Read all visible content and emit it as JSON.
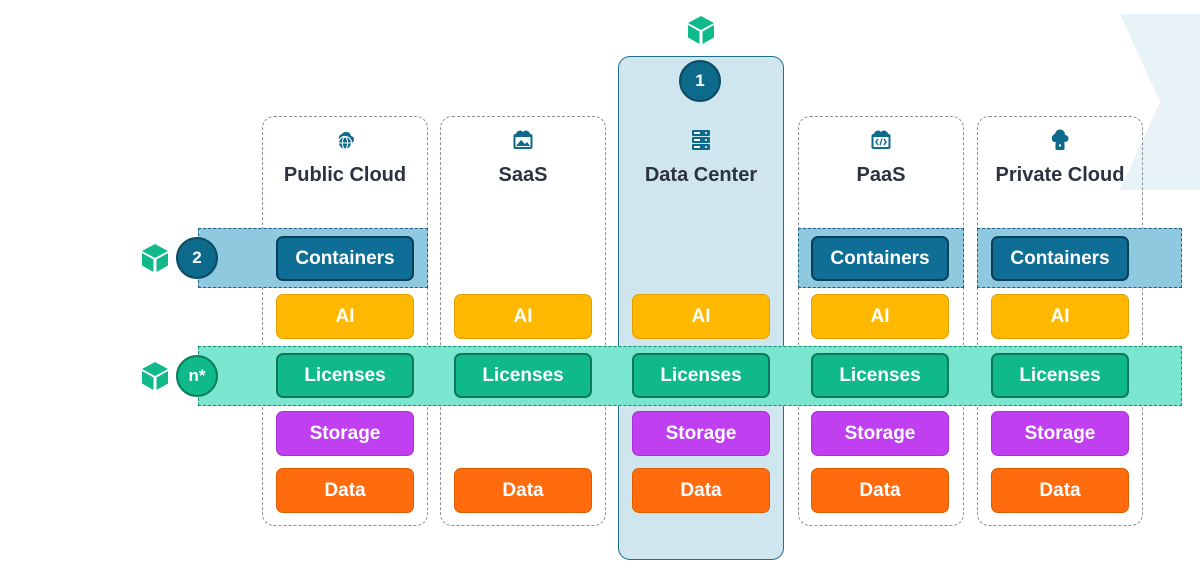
{
  "columns": [
    {
      "key": "public_cloud",
      "title": "Public Cloud",
      "icon": "globe-cloud-icon"
    },
    {
      "key": "saas",
      "title": "SaaS",
      "icon": "browser-image-icon"
    },
    {
      "key": "data_center",
      "title": "Data Center",
      "icon": "server-rack-icon"
    },
    {
      "key": "paas",
      "title": "PaaS",
      "icon": "browser-code-icon"
    },
    {
      "key": "private_cloud",
      "title": "Private Cloud",
      "icon": "lock-cloud-icon"
    }
  ],
  "chips": {
    "containers": "Containers",
    "ai": "AI",
    "licenses": "Licenses",
    "storage": "Storage",
    "data": "Data"
  },
  "badges": {
    "data_center": "1",
    "containers_band": "2",
    "licenses_band": "n*"
  },
  "colors": {
    "containers": "#0f6e96",
    "ai": "#ffb800",
    "licenses": "#10b98a",
    "storage": "#c03ff0",
    "data": "#ff6b0d",
    "cube": "#10b98a",
    "badge": "#0e6a8a"
  }
}
